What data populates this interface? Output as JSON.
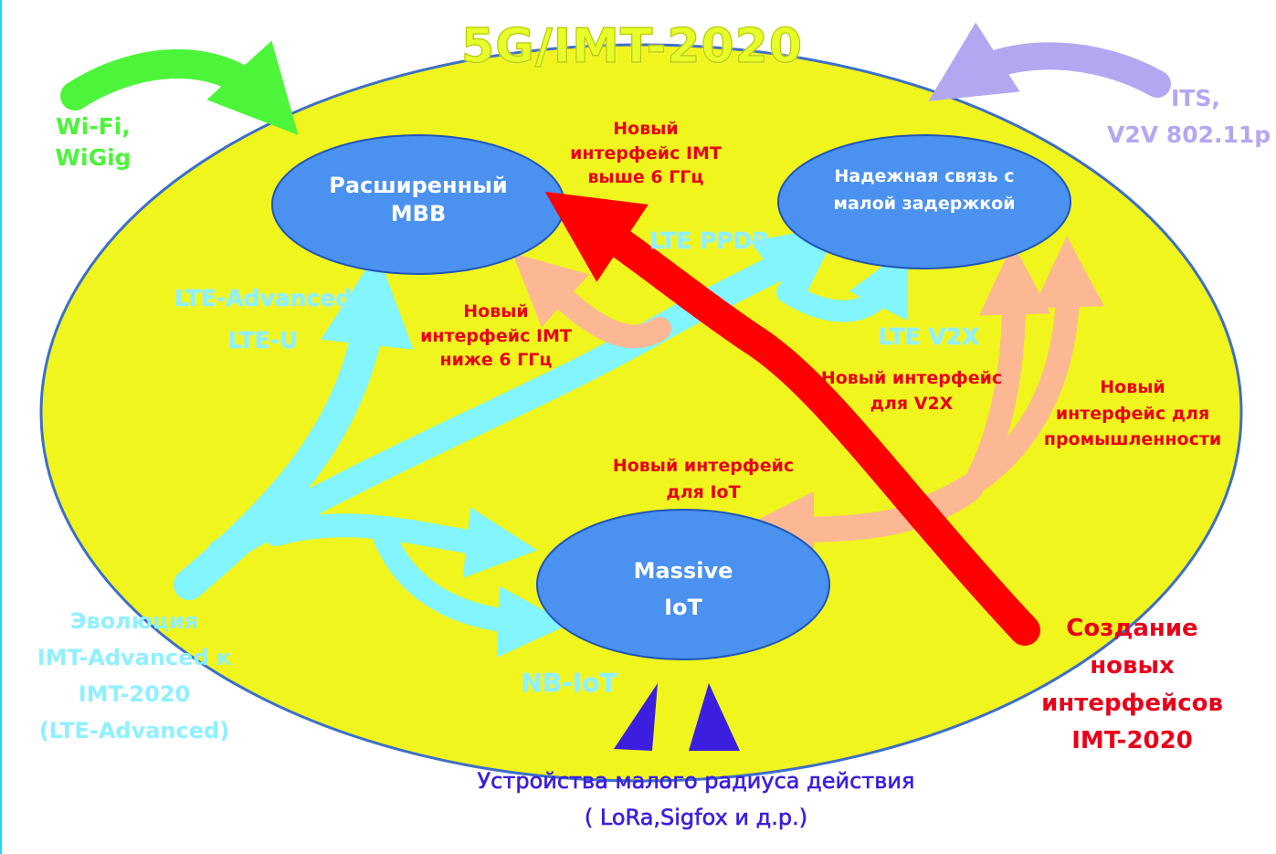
{
  "title": "5G/IMT-2020",
  "nodes": {
    "mbb": {
      "line1": "Расширенный",
      "line2": "MBB"
    },
    "urllc": {
      "line1": "Надежная связь с",
      "line2": "малой задержкой"
    },
    "miot": {
      "line1": "Massive",
      "line2": "IoT"
    }
  },
  "outside": {
    "wifi": {
      "line1": "Wi-Fi,",
      "line2": "WiGig"
    },
    "its": {
      "line1": "ITS,",
      "line2": "V2V 802.11p"
    },
    "evolution": {
      "line1": "Эволюция",
      "line2": "IMT-Advanced к",
      "line3": "IMT-2020",
      "line4": "(LTE-Advanced)"
    },
    "creation": {
      "line1": "Создание",
      "line2": "новых",
      "line3": "интерфейсов",
      "line4": "IMT-2020"
    },
    "short_range": {
      "line1": "Устройства малого радиуса действия",
      "line2": "( LoRa,Sigfox и д.р.)"
    }
  },
  "inner_labels": {
    "above6": {
      "line1": "Новый",
      "line2": "интерфейс IMT",
      "line3": "выше 6 ГГц"
    },
    "below6": {
      "line1": "Новый",
      "line2": "интерфейс IMT",
      "line3": "ниже 6 ГГц"
    },
    "v2x": {
      "line1": "Новый интерфейс",
      "line2": "для V2X"
    },
    "industry": {
      "line1": "Новый",
      "line2": "интерфейс для",
      "line3": "промышленности"
    },
    "iot": {
      "line1": "Новый интерфейс",
      "line2": "для IoT"
    },
    "lte_advanced": "LTE-Advanced",
    "lte_u": "LTE-U",
    "lte_ppdr": "LTE PPDR",
    "lte_v2x": "LTE V2X",
    "nb_iot": "NB-IoT"
  },
  "colors": {
    "ellipse": "#f0f51e",
    "node": "#4a91f0",
    "cyan_arrow": "#82f5ff",
    "peach_arrow": "#fbb893",
    "red_arrow": "#ff0000",
    "green_arrow": "#4cf53a",
    "lavender_arrow": "#b4a7f2",
    "blue_arrow": "#3b1ee0"
  }
}
